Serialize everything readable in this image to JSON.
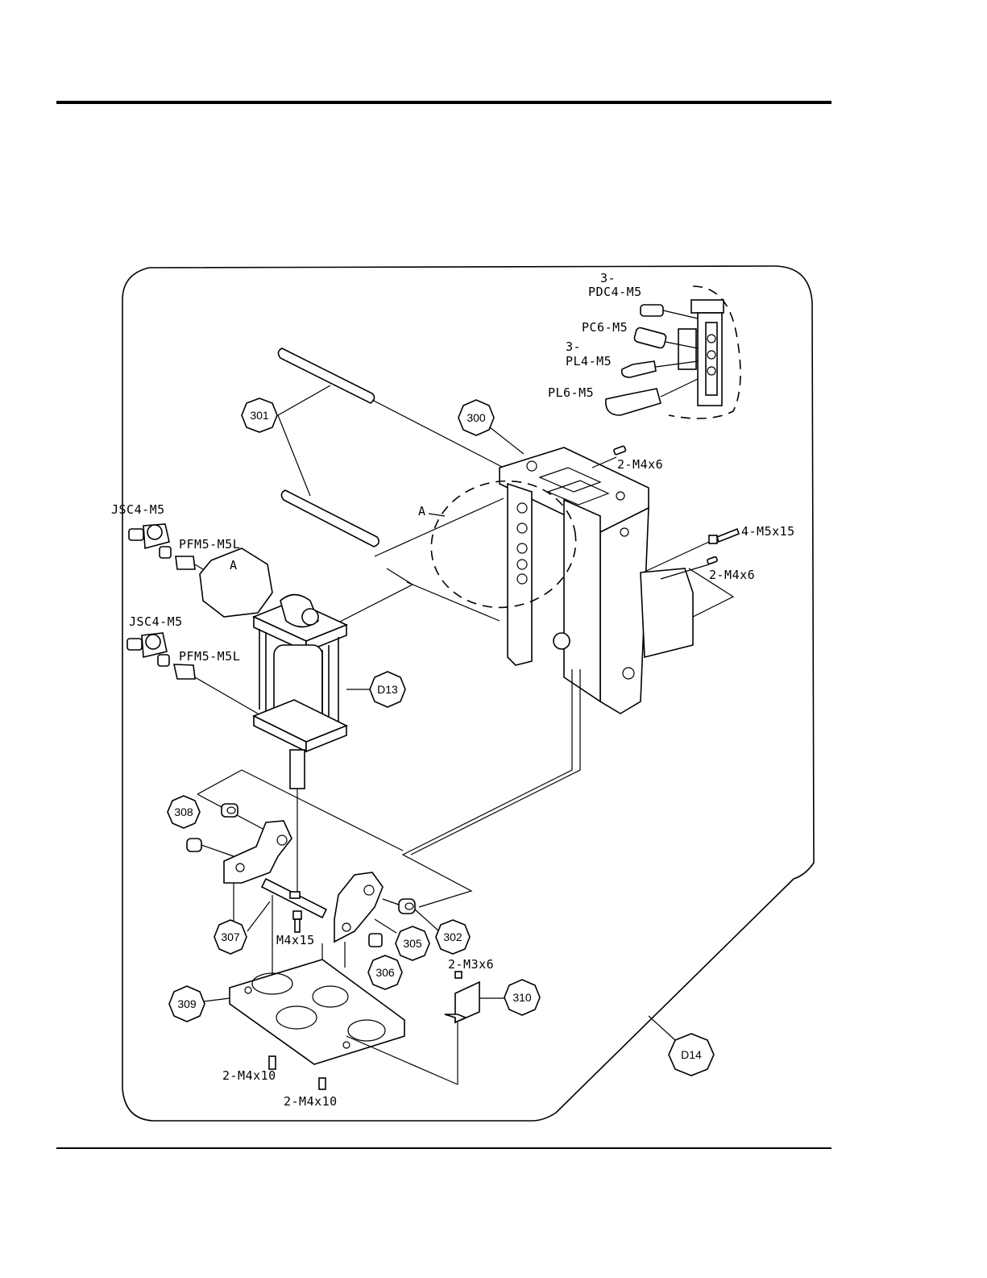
{
  "diagram": {
    "callouts": {
      "c300": "300",
      "c301": "301",
      "c302": "302",
      "c305": "305",
      "c306": "306",
      "c307": "307",
      "c308": "308",
      "c309": "309",
      "c310": "310",
      "cD13": "D13",
      "cD14": "D14",
      "cA": "A"
    },
    "labels": {
      "pdc_qty": "3-",
      "pdc": "PDC4-M5",
      "pc6": "PC6-M5",
      "pl4_qty": "3-",
      "pl4": "PL4-M5",
      "pl6": "PL6-M5",
      "m4x6_top": "2-M4x6",
      "m5x15": "4-M5x15",
      "m4x6_right": "2-M4x6",
      "jsc_top": "JSC4-M5",
      "pfm_top": "PFM5-M5L",
      "jsc_bottom": "JSC4-M5",
      "pfm_bottom": "PFM5-M5L",
      "detail_ref": "A",
      "m4x15": "M4x15",
      "m3x6": "2-M3x6",
      "m4x10_left": "2-M4x10",
      "m4x10_center": "2-M4x10"
    }
  }
}
